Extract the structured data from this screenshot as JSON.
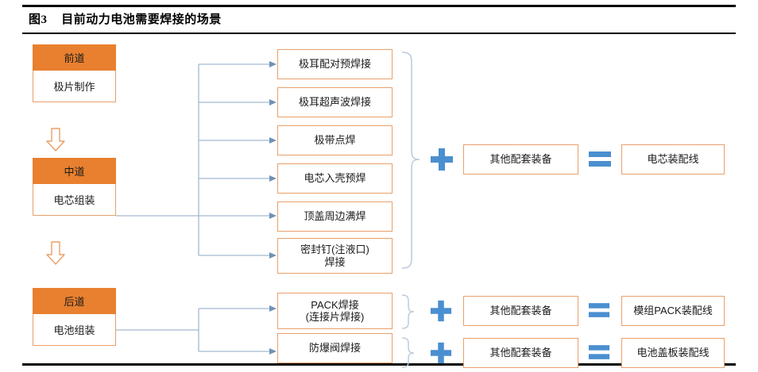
{
  "figure": {
    "label": "图3",
    "title": "目前动力电池需要焊接的场景"
  },
  "colors": {
    "header_orange": "#E8802F",
    "border_orange": "#E8A06A",
    "connector_blue": "#A3B9D1",
    "operator_blue": "#4A8FD0",
    "rule_black": "#000000"
  },
  "stages": [
    {
      "header": "前道",
      "body": "极片制作"
    },
    {
      "header": "中道",
      "body": "电芯组装"
    },
    {
      "header": "后道",
      "body": "电池组装"
    }
  ],
  "arrows": [
    {
      "name": "stage-arrow-1"
    },
    {
      "name": "stage-arrow-2"
    }
  ],
  "cell_processes": [
    {
      "line1": "极耳配对预焊接",
      "line2": ""
    },
    {
      "line1": "极耳超声波焊接",
      "line2": ""
    },
    {
      "line1": "极带点焊",
      "line2": ""
    },
    {
      "line1": "电芯入壳预焊",
      "line2": ""
    },
    {
      "line1": "顶盖周边满焊",
      "line2": ""
    },
    {
      "line1": "密封钉(注液口)",
      "line2": "焊接"
    }
  ],
  "pack_processes": [
    {
      "line1": "PACK焊接",
      "line2": "(连接片焊接)"
    },
    {
      "line1": "防爆阀焊接",
      "line2": ""
    }
  ],
  "equations": [
    {
      "equipment": "其他配套装备",
      "plus": "+",
      "equals": "=",
      "result": "电芯装配线"
    },
    {
      "equipment": "其他配套装备",
      "plus": "+",
      "equals": "=",
      "result": "模组PACK装配线"
    },
    {
      "equipment": "其他配套装备",
      "plus": "+",
      "equals": "=",
      "result": "电池盖板装配线"
    }
  ]
}
